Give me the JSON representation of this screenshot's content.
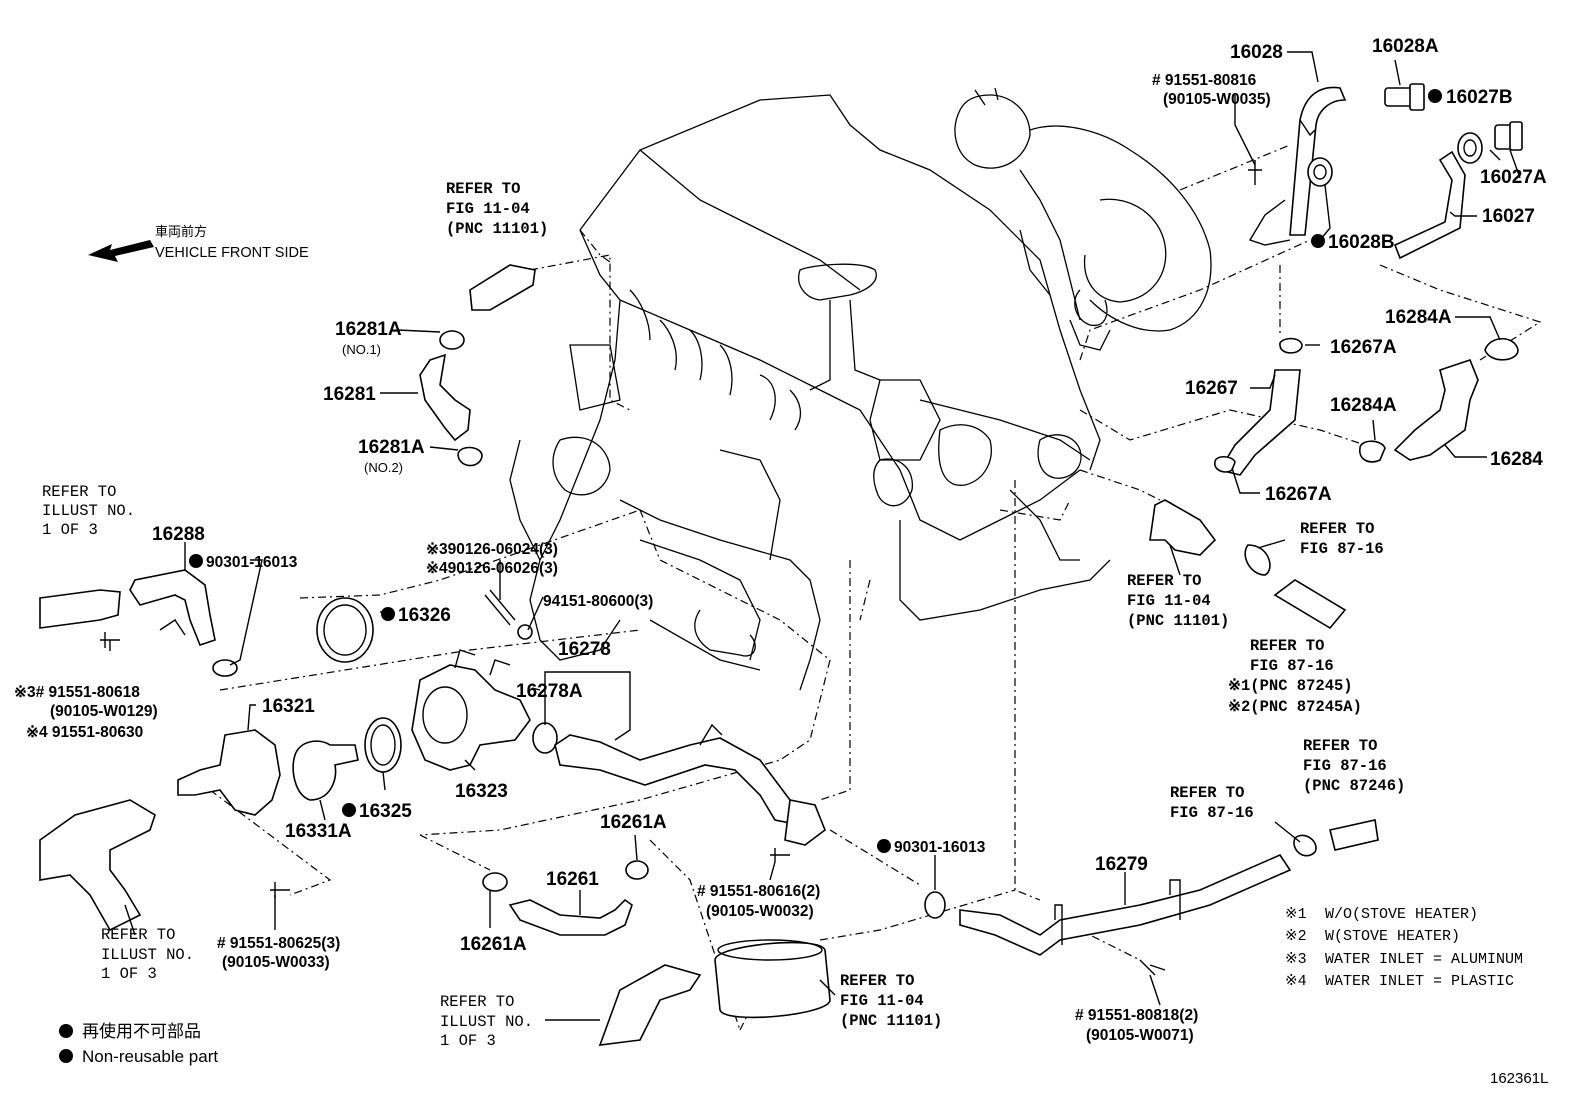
{
  "figure_id": "162361L",
  "orientation": {
    "jp": "車両前方",
    "en": "VEHICLE FRONT SIDE"
  },
  "legend": {
    "jp": "再使用不可部品",
    "en": "Non-reusable part"
  },
  "notes": [
    {
      "mark": "※1",
      "text": "W/O(STOVE HEATER)"
    },
    {
      "mark": "※2",
      "text": "W(STOVE HEATER)"
    },
    {
      "mark": "※3",
      "text": "WATER INLET = ALUMINUM"
    },
    {
      "mark": "※4",
      "text": "WATER INLET = PLASTIC"
    }
  ],
  "parts": {
    "p16028": "16028",
    "p16028A": "16028A",
    "p16027B": "16027B",
    "p16027A": "16027A",
    "p16027": "16027",
    "p16028B": "16028B",
    "p16284A_1": "16284A",
    "p16267A_1": "16267A",
    "p16267": "16267",
    "p16284A_2": "16284A",
    "p16284": "16284",
    "p16267A_2": "16267A",
    "p16281A_1": "16281A",
    "p16281A_1_sub": "(NO.1)",
    "p16281": "16281",
    "p16281A_2": "16281A",
    "p16281A_2_sub": "(NO.2)",
    "p16288": "16288",
    "p90301_1": "90301-16013",
    "p16326": "16326",
    "p16321": "16321",
    "p16331A": "16331A",
    "p16325": "16325",
    "p16323": "16323",
    "p16278": "16278",
    "p16278A": "16278A",
    "p16261A_1": "16261A",
    "p16261": "16261",
    "p16261A_2": "16261A",
    "p90301_2": "90301-16013",
    "p16279": "16279"
  },
  "bolts": {
    "b80816": "# 91551-80816",
    "b80816_alt": "(90105-W0035)",
    "b90126_3": "※390126-06024(3)",
    "b90126_4": "※490126-06026(3)",
    "b94151": "94151-80600(3)",
    "b80618": "※3# 91551-80618",
    "b80618_alt": "(90105-W0129)",
    "b80630": "※4 91551-80630",
    "b80625": "# 91551-80625(3)",
    "b80625_alt": "(90105-W0033)",
    "b80616": "# 91551-80616(2)",
    "b80616_alt": "(90105-W0032)",
    "b80818": "# 91551-80818(2)",
    "b80818_alt": "(90105-W0071)"
  },
  "refers": {
    "r_fig1104_top": [
      "REFER TO",
      "FIG 11-04",
      "(PNC 11101)"
    ],
    "r_illust_left": [
      "REFER TO",
      "ILLUST NO.",
      "1 OF 3"
    ],
    "r_illust_bl": [
      "REFER TO",
      "ILLUST NO.",
      "1 OF 3"
    ],
    "r_illust_bot": [
      "REFER TO",
      "ILLUST NO.",
      "1 OF 3"
    ],
    "r_fig1104_bot": [
      "REFER TO",
      "FIG 11-04",
      "(PNC 11101)"
    ],
    "r_fig1104_right": [
      "REFER TO",
      "FIG 11-04",
      "(PNC 11101)"
    ],
    "r_fig8716_a": [
      "REFER TO",
      "FIG 87-16"
    ],
    "r_fig8716_b": [
      "REFER TO",
      "FIG 87-16",
      "※1(PNC 87245)",
      "※2(PNC 87245A)"
    ],
    "r_fig8716_c": [
      "REFER TO",
      "FIG 87-16",
      "(PNC 87246)"
    ],
    "r_fig8716_d": [
      "REFER TO",
      "FIG 87-16"
    ]
  }
}
